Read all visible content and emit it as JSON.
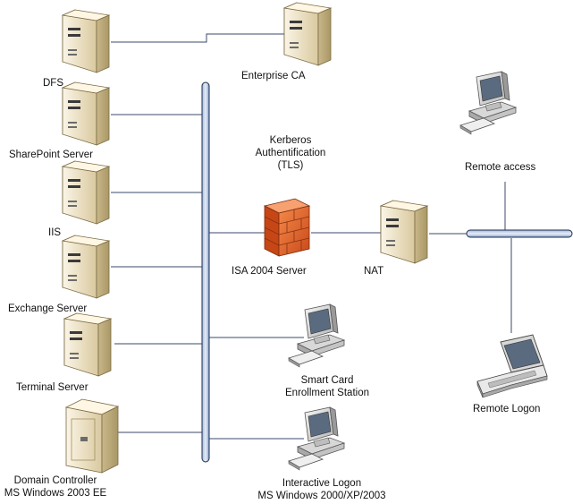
{
  "labels": {
    "dfs": "DFS",
    "sharepoint": "SharePoint Server",
    "iis": "IIS",
    "exchange": "Exchange Server",
    "terminal": "Terminal Server",
    "dc_line1": "Domain Controller",
    "dc_line2": "MS Windows 2003 EE",
    "enterprise_ca": "Enterprise CA",
    "kerberos_line1": "Kerberos",
    "kerberos_line2": "Authentification",
    "kerberos_line3": "(TLS)",
    "isa": "ISA 2004 Server",
    "nat": "NAT",
    "smartcard_line1": "Smart Card",
    "smartcard_line2": "Enrollment Station",
    "interactive_line1": "Interactive Logon",
    "interactive_line2": "MS Windows 2000/XP/2003",
    "remote_access": "Remote access",
    "remote_logon": "Remote Logon"
  },
  "colors": {
    "bus_fill": "#c7d6ea",
    "bus_stroke": "#1f2f4f",
    "line": "#3b4a6b",
    "server_light": "#f4ead2",
    "server_dark": "#cdbb8e",
    "firewall": "#e8622a",
    "pc_light": "#e6e6e6",
    "pc_dark": "#9a9a9a"
  },
  "icons": [
    "server-icon",
    "firewall-icon",
    "desktop-computer-icon",
    "laptop-icon"
  ]
}
